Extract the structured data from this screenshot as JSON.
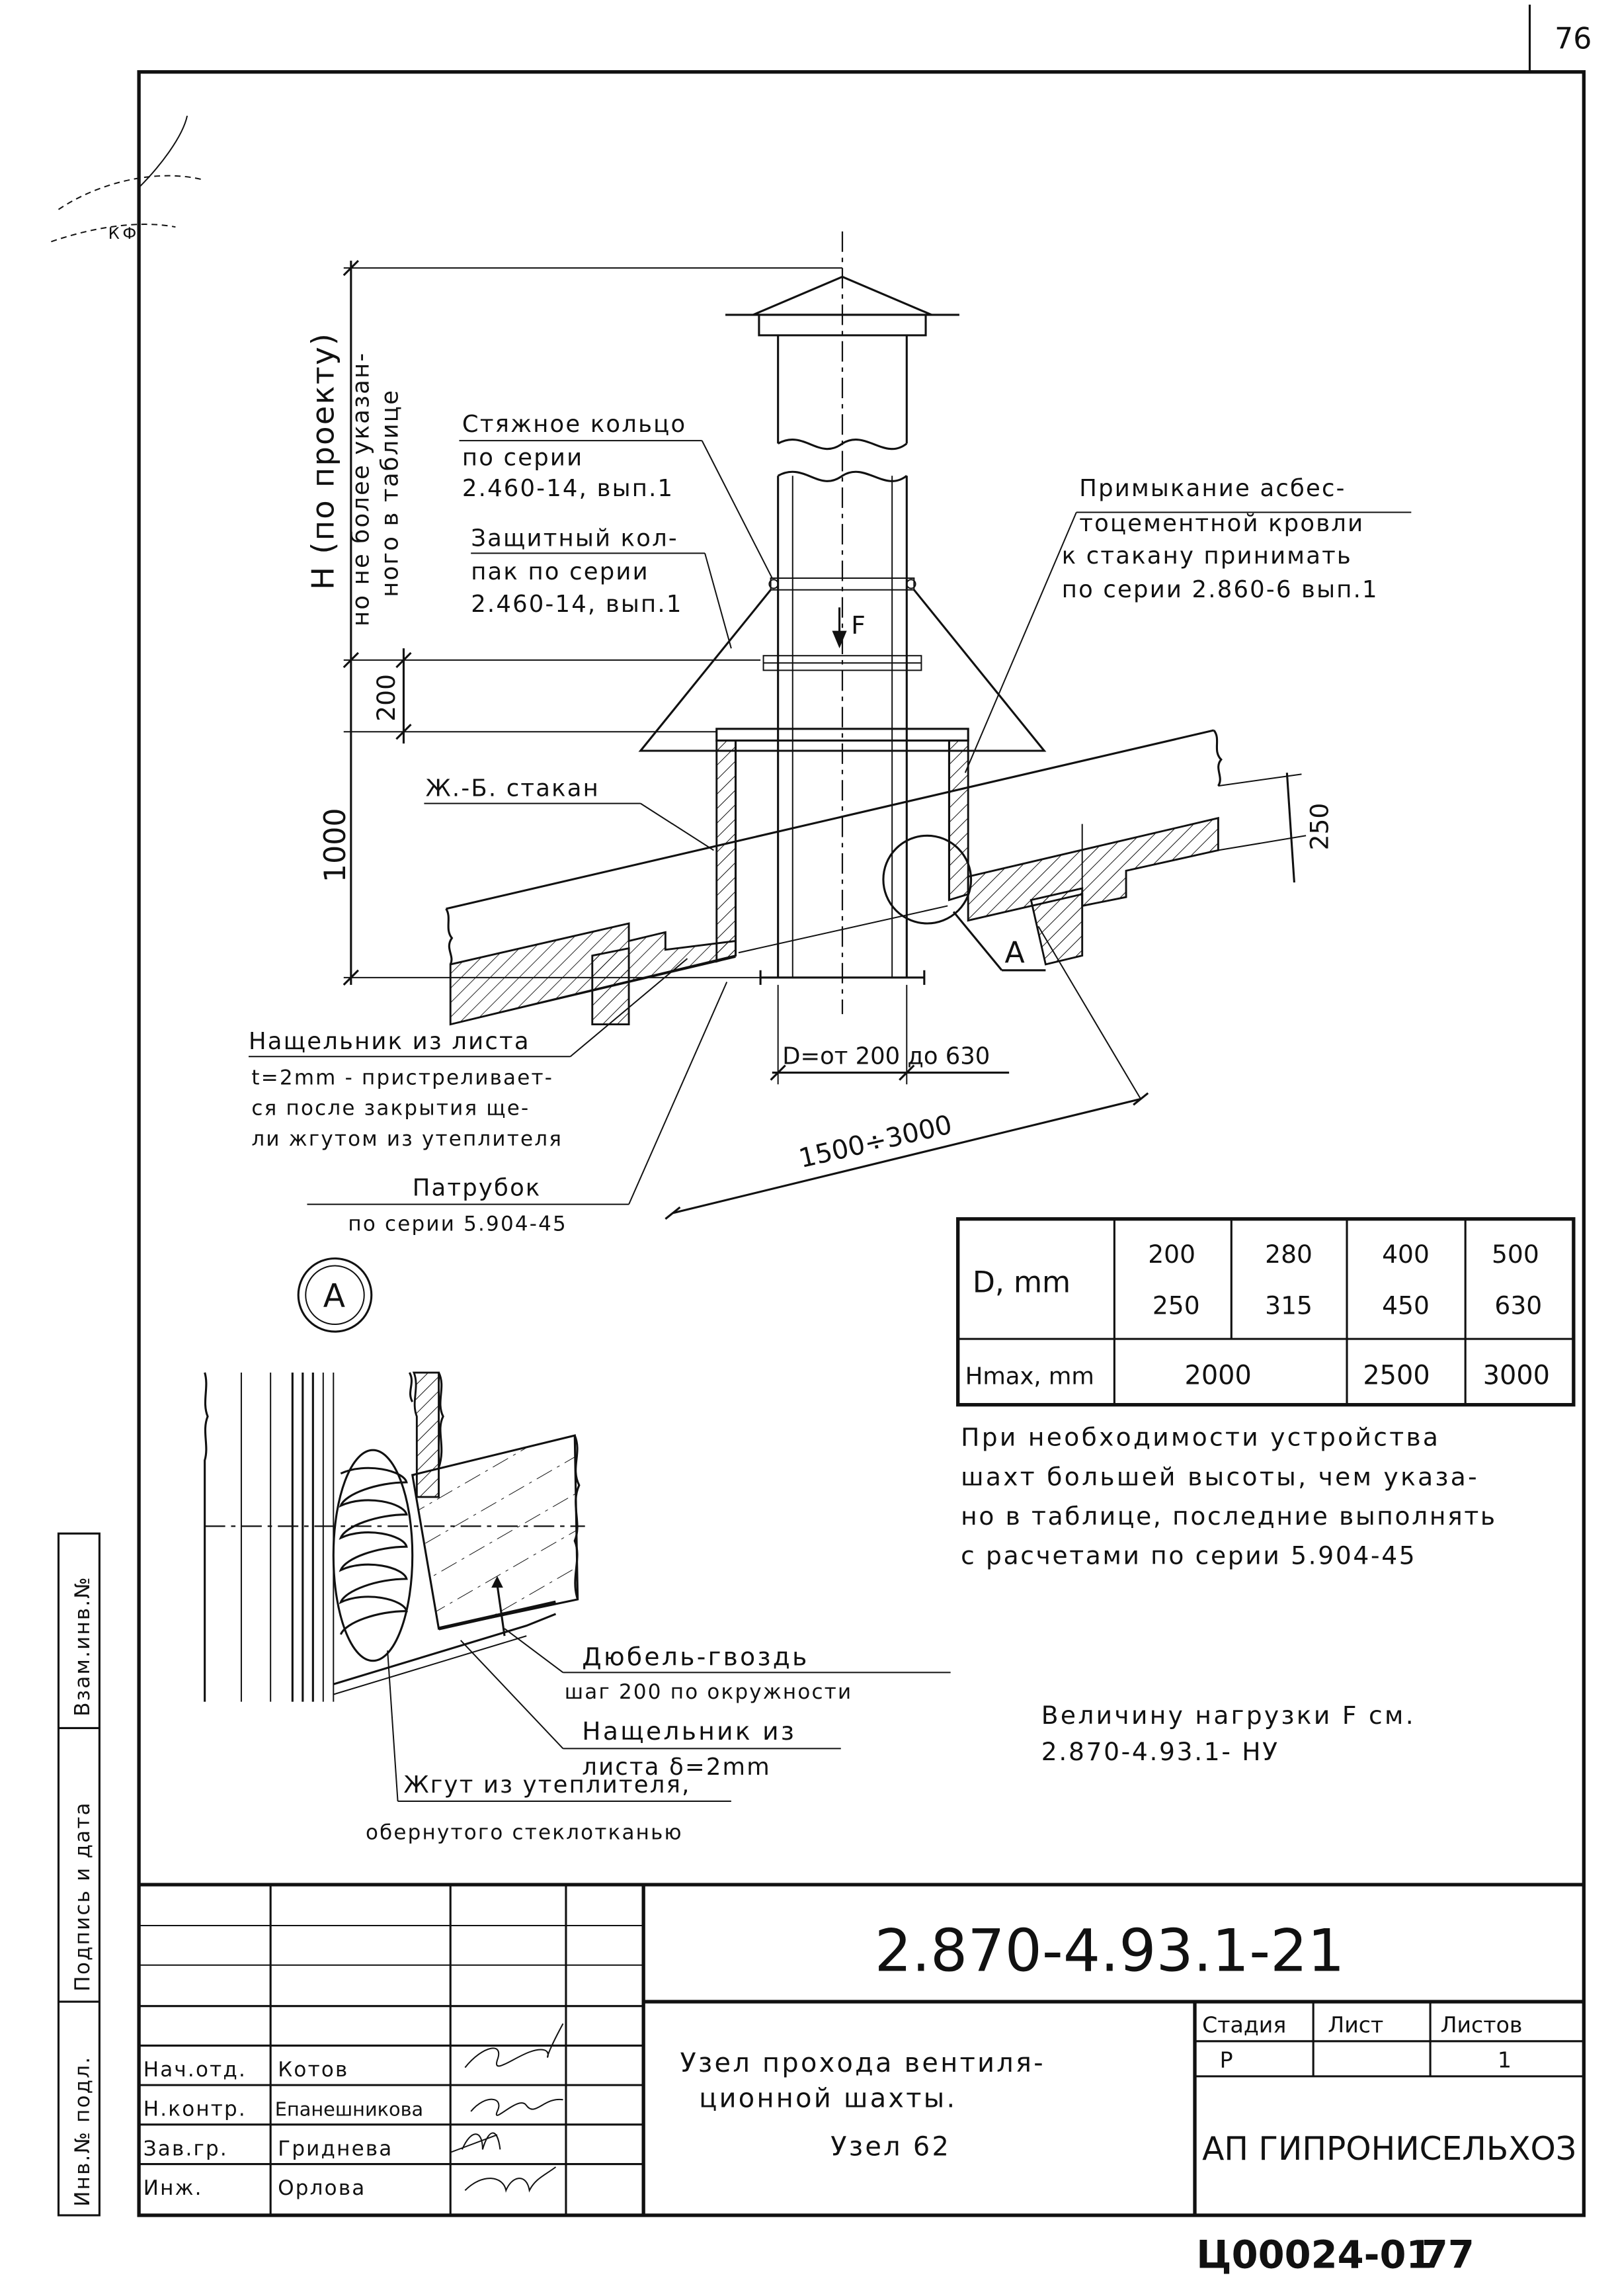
{
  "sheet": {
    "corner_page": "76",
    "bottom_code": "Ц00024-01",
    "bottom_page": "77"
  },
  "stamp": {
    "stamp_text": "КФ"
  },
  "dimensions": {
    "h_line1": "Н (по проекту)",
    "h_line2": "но не более указан-",
    "h_line3": "ного в таблице",
    "d200": "200",
    "d1000": "1000",
    "d250": "250",
    "d_range": "D=от 200 до 630",
    "length": "1500÷3000",
    "force": "F",
    "node_a": "А"
  },
  "callouts": {
    "ring": [
      "Стяжное кольцо",
      "по серии",
      "2.460-14, вып.1"
    ],
    "cap": [
      "Защитный кол-",
      "пак по серии",
      "2.460-14, вып.1"
    ],
    "roof": [
      "Примыкание асбес-",
      "тоцементной кровли",
      "к стакану принимать",
      "по серии 2.860-6 вып.1"
    ],
    "glass": "Ж.-Б. стакан",
    "sheet_plate": [
      "Нащельник из листа",
      "t=2mm - пристреливает-",
      "ся после закрытия ще-",
      "ли жгутом из утеплителя"
    ],
    "pipe": [
      "Патрубок",
      "по серии 5.904-45"
    ]
  },
  "table": {
    "d_header": "D, mm",
    "h_header": "Hmax, mm",
    "d_top": [
      "200",
      "280",
      "400",
      "500"
    ],
    "d_bottom": [
      "250",
      "315",
      "450",
      "630"
    ],
    "h_values": [
      "2000",
      "2500",
      "3000"
    ]
  },
  "notes": {
    "note1": [
      "При необходимости устройства",
      "шахт большей высоты, чем указа-",
      "но в таблице, последние выполнять",
      "с расчетами по серии 5.904-45"
    ],
    "note2": [
      "Величину нагрузки F см.",
      "2.870-4.93.1- НУ"
    ]
  },
  "detail": {
    "label": "А",
    "dowel": [
      "Дюбель-гвоздь",
      "шаг 200 по окружности"
    ],
    "plate": [
      "Нащельник из",
      "листа δ=2mm"
    ],
    "tow": [
      "Жгут из утеплителя,",
      "обернутого стеклотканью"
    ]
  },
  "side_strip": {
    "inv_sub": "Инв.№ подл.",
    "signature": "Подпись и дата",
    "swap": "Взам.инв.№"
  },
  "title_block": {
    "code": "2.870-4.93.1-21",
    "title": [
      "Узел прохода вентиля-",
      "ционной шахты.",
      "Узел 62"
    ],
    "stage_h": "Стадия",
    "sheet_h": "Лист",
    "sheets_h": "Листов",
    "stage": "Р",
    "sheets": "1",
    "org": "АП ГИПРОНИСЕЛЬХОЗ",
    "roles": [
      "Нач.отд.",
      "Н.контр.",
      "Зав.гр.",
      "Инж."
    ],
    "names": [
      "Котов",
      "Епанешникова",
      "Гриднева",
      "Орлова"
    ]
  }
}
